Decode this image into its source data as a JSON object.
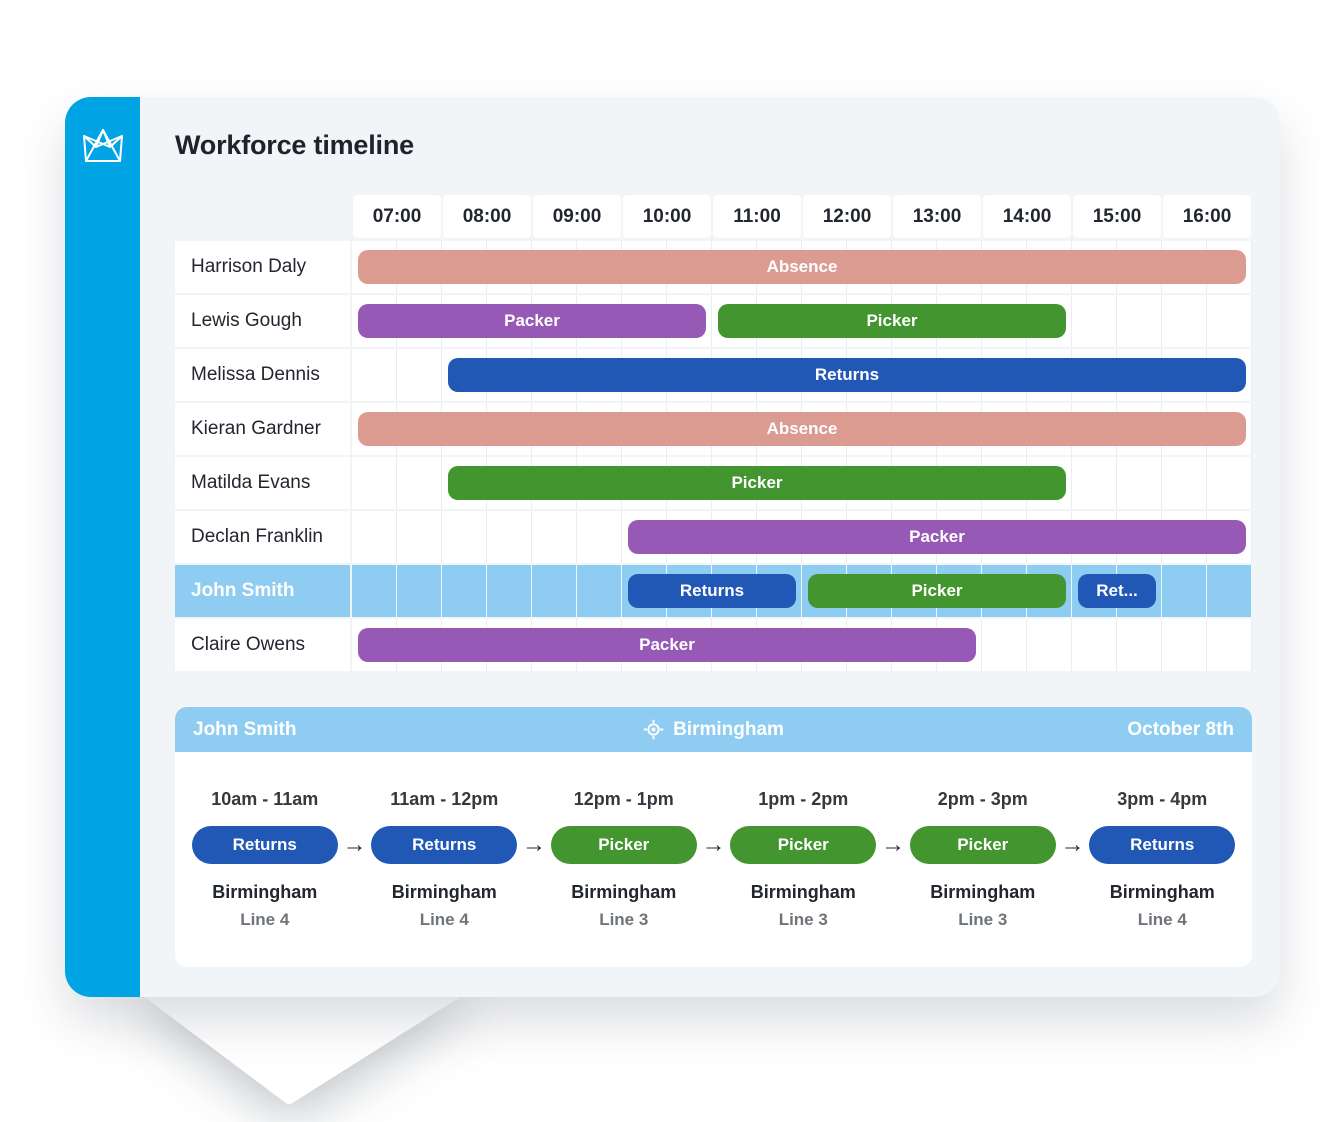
{
  "app": {
    "title": "Workforce timeline",
    "logo": "crown-icon"
  },
  "colors": {
    "brand_blue": "#00A4E4",
    "card_bg": "#F1F5F7",
    "row_bg": "#FFFFFF",
    "grid_line": "#E9EEF2",
    "highlight": "#8ECDF1",
    "absence": "#DC9B91",
    "packer": "#9659B5",
    "picker": "#43952F",
    "returns": "#2158B6",
    "text_dark": "#22262E",
    "text_gray": "#6E7479"
  },
  "timeline": {
    "hours": [
      "07:00",
      "08:00",
      "09:00",
      "10:00",
      "11:00",
      "12:00",
      "13:00",
      "14:00",
      "15:00",
      "16:00"
    ],
    "axis_start_hour": 7,
    "axis_end_hour": 17,
    "rows": [
      {
        "name": "Harrison Daly",
        "highlight": false,
        "shifts": [
          {
            "label": "Absence",
            "type": "absence",
            "start": 7,
            "end": 17
          }
        ]
      },
      {
        "name": "Lewis Gough",
        "highlight": false,
        "shifts": [
          {
            "label": "Packer",
            "type": "packer",
            "start": 7,
            "end": 11
          },
          {
            "label": "Picker",
            "type": "picker",
            "start": 11,
            "end": 15
          }
        ]
      },
      {
        "name": "Melissa Dennis",
        "highlight": false,
        "shifts": [
          {
            "label": "Returns",
            "type": "returns",
            "start": 8,
            "end": 17
          }
        ]
      },
      {
        "name": "Kieran Gardner",
        "highlight": false,
        "shifts": [
          {
            "label": "Absence",
            "type": "absence",
            "start": 7,
            "end": 17
          }
        ]
      },
      {
        "name": "Matilda Evans",
        "highlight": false,
        "shifts": [
          {
            "label": "Picker",
            "type": "picker",
            "start": 8,
            "end": 15
          }
        ]
      },
      {
        "name": "Declan Franklin",
        "highlight": false,
        "shifts": [
          {
            "label": "Packer",
            "type": "packer",
            "start": 10,
            "end": 17
          }
        ]
      },
      {
        "name": "John Smith",
        "highlight": true,
        "shifts": [
          {
            "label": "Returns",
            "type": "returns",
            "start": 10,
            "end": 12
          },
          {
            "label": "Picker",
            "type": "picker",
            "start": 12,
            "end": 15
          },
          {
            "label": "Ret...",
            "type": "returns",
            "start": 15,
            "end": 16
          }
        ]
      },
      {
        "name": "Claire Owens",
        "highlight": false,
        "shifts": [
          {
            "label": "Packer",
            "type": "packer",
            "start": 7,
            "end": 14
          }
        ]
      }
    ]
  },
  "detail": {
    "employee": "John Smith",
    "location": "Birmingham",
    "location_icon": "location-target-icon",
    "date": "October 8th",
    "arrow": "→",
    "slots": [
      {
        "time": "10am - 11am",
        "role": "Returns",
        "type": "returns",
        "site": "Birmingham",
        "line": "Line 4"
      },
      {
        "time": "11am - 12pm",
        "role": "Returns",
        "type": "returns",
        "site": "Birmingham",
        "line": "Line 4"
      },
      {
        "time": "12pm - 1pm",
        "role": "Picker",
        "type": "picker",
        "site": "Birmingham",
        "line": "Line 3"
      },
      {
        "time": "1pm - 2pm",
        "role": "Picker",
        "type": "picker",
        "site": "Birmingham",
        "line": "Line 3"
      },
      {
        "time": "2pm - 3pm",
        "role": "Picker",
        "type": "picker",
        "site": "Birmingham",
        "line": "Line 3"
      },
      {
        "time": "3pm - 4pm",
        "role": "Returns",
        "type": "returns",
        "site": "Birmingham",
        "line": "Line 4"
      }
    ]
  }
}
